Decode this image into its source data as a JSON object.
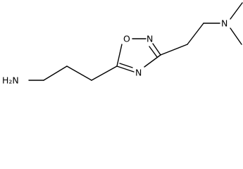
{
  "molecule": {
    "labels": {
      "amine_n": "H₂N",
      "ring_o": "O",
      "ring_n2": "N",
      "ring_n4": "N",
      "dimethyl_n": "N"
    }
  }
}
